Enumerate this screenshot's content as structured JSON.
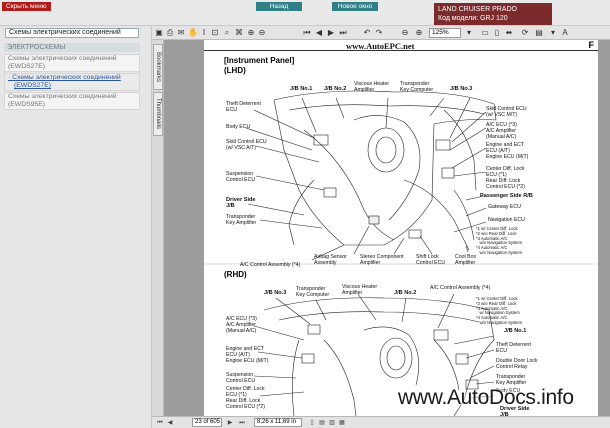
{
  "topbar": {
    "hide_menu": "Скрыть меню",
    "back": "Назад",
    "new_window": "Новое окно",
    "model_name": "LAND CRUISER PRADO",
    "model_code": "Код модели: GRJ 120"
  },
  "sidebar": {
    "title": "Схемы электрических соединений",
    "section": "ЭЛЕКТРОСХЕМЫ",
    "items": [
      {
        "label": "Схемы электрических соединений",
        "code": "(EWDS27E)"
      },
      {
        "label": "Схемы электрических соединений",
        "code": "(EWDS27E)"
      },
      {
        "label": "Схемы электрических соединений",
        "code": "(EWDS95E)"
      }
    ]
  },
  "pdf_toolbar": {
    "zoom": "125%"
  },
  "tabs": {
    "bookmarks": "Bookmarks",
    "thumbnails": "Thumbnails"
  },
  "document": {
    "url": "www.AutoEPC.net",
    "letter": "F",
    "section_title": "[Instrument Panel]",
    "lhd": "(LHD)",
    "rhd": "(RHD)",
    "lhd_labels": {
      "jb1": "J/B No.1",
      "jb2": "J/B No.2",
      "jb3": "J/B No.3",
      "viscous": "Viscous Heater\nAmplifier",
      "transponder_comp": "Transponder\nKey Computer",
      "theft": "Theft Deterrent\nECU",
      "body": "Body ECU",
      "skid_vsc_at": "Skid Control ECU\n(w/ VSC A/T)",
      "suspension": "Suspension\nControl ECU",
      "driver_side": "Driver Side\nJ/B",
      "transponder_amp": "Transponder\nKey Amplifier",
      "skid_vsc_mt": "Skid Control ECU\n(w/ VSC M/T)",
      "ac_ecu": "A/C ECU (*3)\nA/C Amplifier\n(Manual A/C)",
      "engine_ect": "Engine and ECT\nECU (A/T)\nEngine ECU (M/T)",
      "center_diff": "Center Diff. Lock\nECU (*1)\nRear Diff. Lock\nControl ECU (*2)",
      "passenger_side": "Passenger Side R/B",
      "gateway": "Gateway ECU",
      "navigation": "Navigation ECU",
      "ac_control": "A/C Control Assembly (*4)",
      "airbag": "Airbag Sensor\nAssembly",
      "stereo": "Stereo Component\nAmplifier",
      "shift_lock": "Shift Lock\nControl ECU",
      "cool_box": "Cool Box\nAmplifier",
      "notes": "*1 w/ Center Diff. Lock\n*2 w/o Rear Diff. Lock\n*3 Automatic A/C\n   w/o Navigation System\n*4 Automatic A/C\n   w/o Navigation System"
    },
    "rhd_labels": {
      "jb3": "J/B No.3",
      "jb2": "J/B No.2",
      "jb1": "J/B No.1",
      "transponder_comp": "Transponder\nKey Computer",
      "viscous": "Viscous Heater\nAmplifier",
      "ac_control": "A/C Control Assembly (*4)",
      "ac_ecu": "A/C ECU (*3)\nA/C Amplifier\n(Manual A/C)",
      "engine_ect": "Engine and ECT\nECU (A/T)\nEngine ECU (M/T)",
      "suspension": "Suspension\nControl ECU",
      "center_diff": "Center Diff. Lock\nECU (*1)\nRear Diff. Lock\nControl ECU (*2)",
      "theft": "Theft Deterrent\nECU",
      "double_door": "Double Door Lock\nControl Relay",
      "transponder_amp": "Transponder\nKey Amplifier",
      "body": "Body ECU",
      "driver_side": "Driver Side\nJ/B",
      "notes": "*1 w/ Center Diff. Lock\n*2 w/o Rear Diff. Lock\n*3 Automatic A/C\n   w/ Navigation System\n*4 Automatic A/C\n   w/o Navigation System"
    }
  },
  "statusbar": {
    "page": "23 of 605",
    "size": "8,26 x 11,69 in"
  },
  "watermark": "www.AutoDocs.info"
}
